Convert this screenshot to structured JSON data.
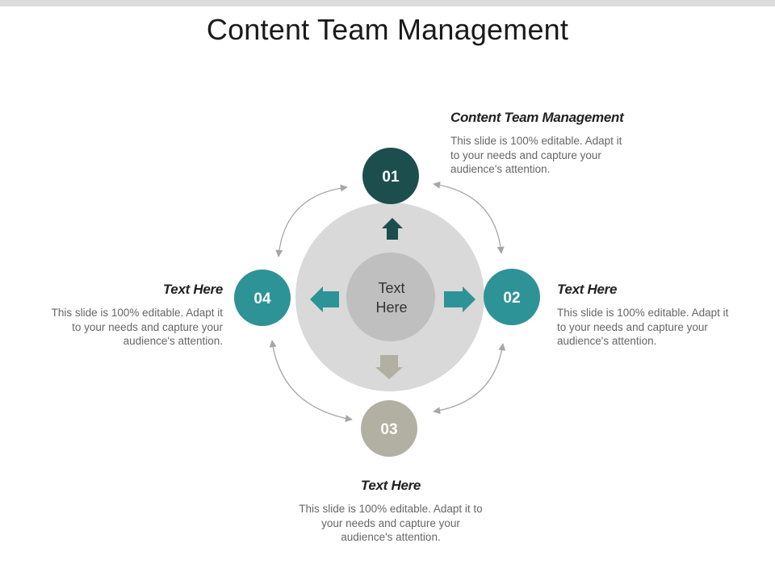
{
  "title": "Content Team Management",
  "center_label": {
    "line1": "Text",
    "line2": "Here"
  },
  "nodes": {
    "n01": {
      "label": "01",
      "color": "#1d4e4e"
    },
    "n02": {
      "label": "02",
      "color": "#2e9396"
    },
    "n03": {
      "label": "03",
      "color": "#b1b0a2"
    },
    "n04": {
      "label": "04",
      "color": "#2e9396"
    }
  },
  "blocks": {
    "top_right": {
      "heading": "Content Team Management",
      "body": "This slide is 100% editable. Adapt it to your needs and capture your audience's attention."
    },
    "right": {
      "heading": "Text Here",
      "body": "This slide is 100% editable. Adapt it to your needs and capture your audience's attention."
    },
    "left": {
      "heading": "Text Here",
      "body": "This slide is 100% editable. Adapt it to your needs and capture your audience's attention."
    },
    "bottom": {
      "heading": "Text Here",
      "body": "This slide is 100% editable. Adapt it to your needs and capture your audience's attention."
    }
  },
  "colors": {
    "outer_circle": "#d9d9d9",
    "inner_circle": "#bfbfbf",
    "connector": "#a6a6a6"
  }
}
